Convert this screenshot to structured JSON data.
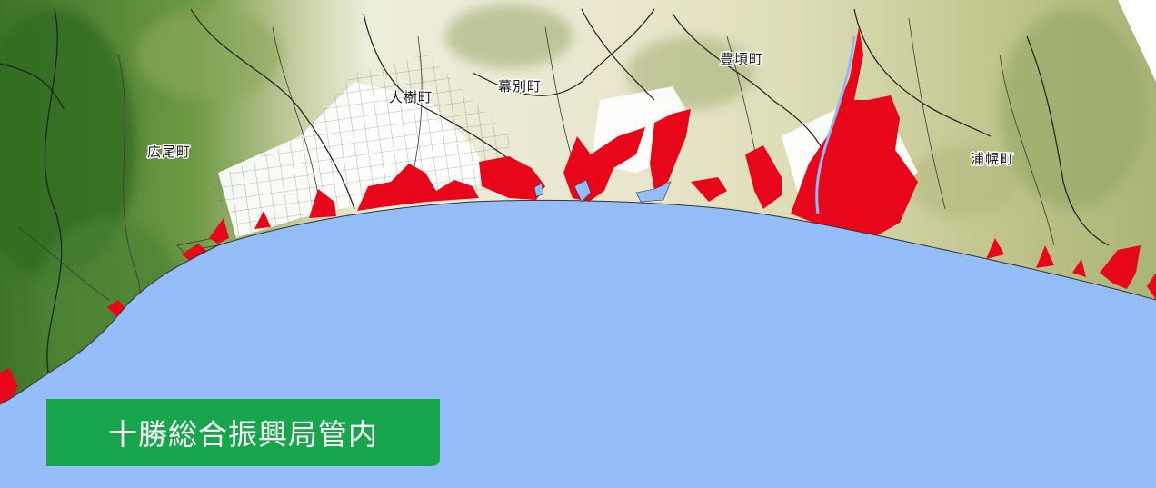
{
  "map": {
    "towns": [
      {
        "id": "hiroo",
        "label": "広尾町"
      },
      {
        "id": "taiki",
        "label": "大樹町"
      },
      {
        "id": "makubetsu",
        "label": "幕別町"
      },
      {
        "id": "toyokoro",
        "label": "豊頃町"
      },
      {
        "id": "urahoro",
        "label": "浦幌町"
      }
    ],
    "colors": {
      "sea": "#94bdf9",
      "inundation": "#e8071a",
      "forest_dark": "#3f7a2b",
      "forest_light": "#b7bf8a",
      "lowland": "#ffffff",
      "badge": "#18a64d"
    },
    "region_badge": {
      "label": "十勝総合振興局管内"
    }
  }
}
